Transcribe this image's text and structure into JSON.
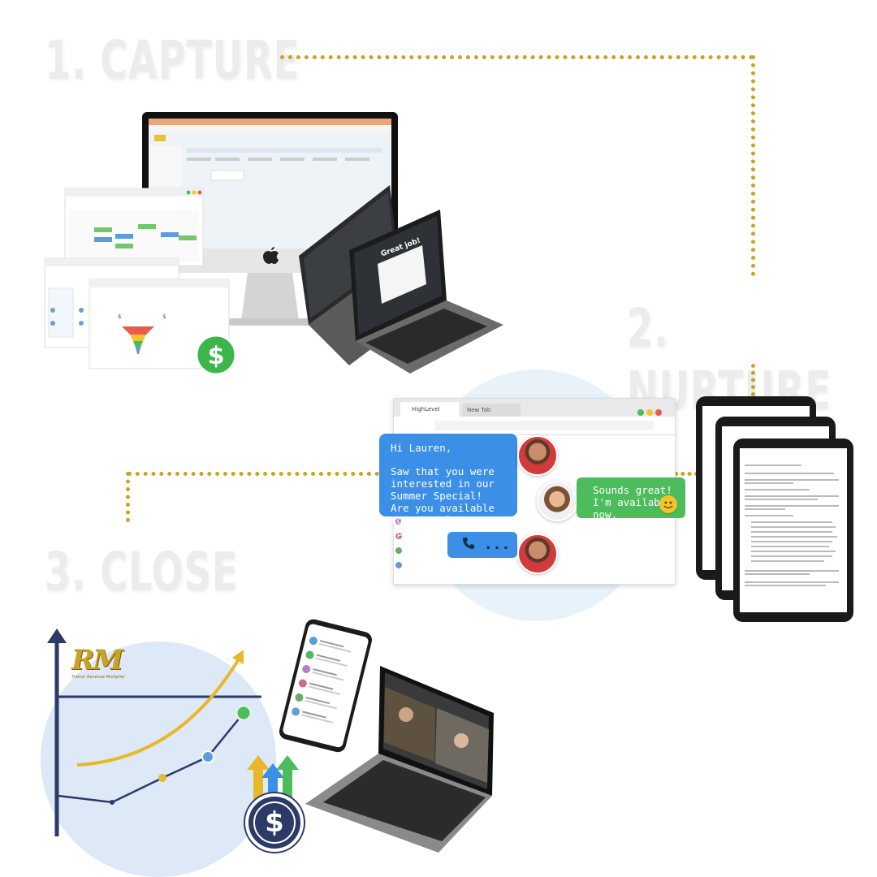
{
  "steps": {
    "capture": "1. CAPTURE",
    "nurture": "2. NURTURE",
    "close": "3. CLOSE"
  },
  "chat": {
    "tab_active": "HighLevel",
    "tab_new": "New Tab",
    "message_greeting": "Hi Lauren,",
    "message_body": "Saw that you were interested in our Summer Special! Are you available to schedule an appointment?",
    "reply": "Sounds great! I'm available now.",
    "call_dots": "..."
  },
  "laptop_screen": {
    "title": "Great job!"
  },
  "brand": {
    "logo_text": "RM",
    "tagline": "Trainer Revenue Multiplier"
  },
  "colors": {
    "accent_gold": "#c9a227",
    "bubble_blue": "#3b8fe6",
    "bubble_green": "#4cbc5c",
    "chart_navy": "#2b3a67",
    "chart_yellow": "#e8b82a",
    "dollar_green": "#3cb54a"
  },
  "icons": {
    "dollar_badge": "dollar-icon",
    "phone": "phone-icon",
    "smiley": "smiley-icon",
    "apple_logo": "apple-icon"
  }
}
